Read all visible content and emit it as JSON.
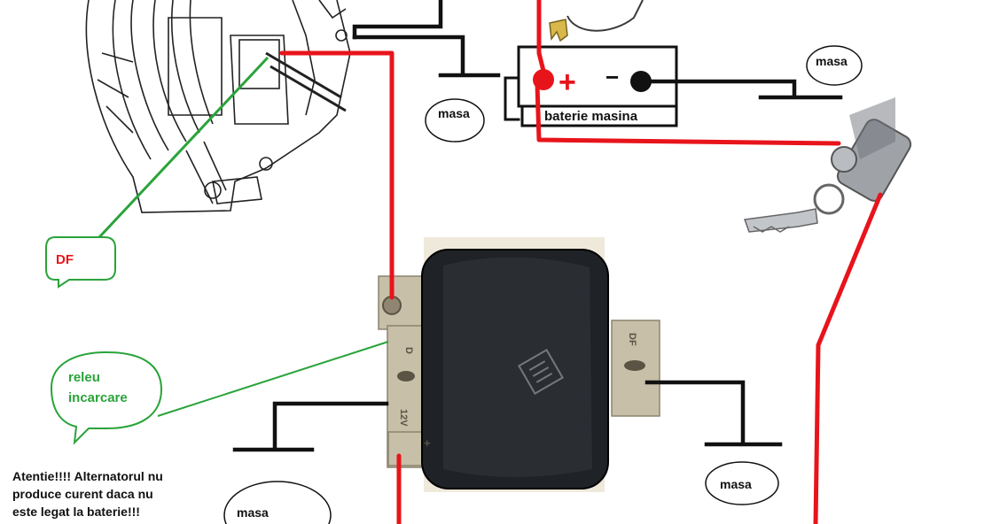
{
  "labels": {
    "df": "DF",
    "releu_line1": "releu",
    "releu_line2": "incarcare",
    "masa": "masa",
    "battery": "baterie masina",
    "plus": "+",
    "minus": "−"
  },
  "warning": {
    "line1": "Atentie!!!! Alternatorul nu",
    "line2": "produce curent daca nu",
    "line3": "este legat la baterie!!!"
  },
  "regulator_stamp": {
    "voltage": "12V",
    "term_d": "D",
    "term_df": "DF",
    "term_plus": "+"
  },
  "colors": {
    "wire_positive": "#e8141b",
    "wire_ground": "#111111",
    "callout": "#2aa33a",
    "df_text": "#e8141b",
    "regulator_body": "#1f2226",
    "bracket_metal": "#c7bfa8"
  },
  "icons": [
    "alternator-drawing",
    "voltage-regulator-photo",
    "ignition-key-switch",
    "ground-symbol",
    "fuse-clip"
  ]
}
